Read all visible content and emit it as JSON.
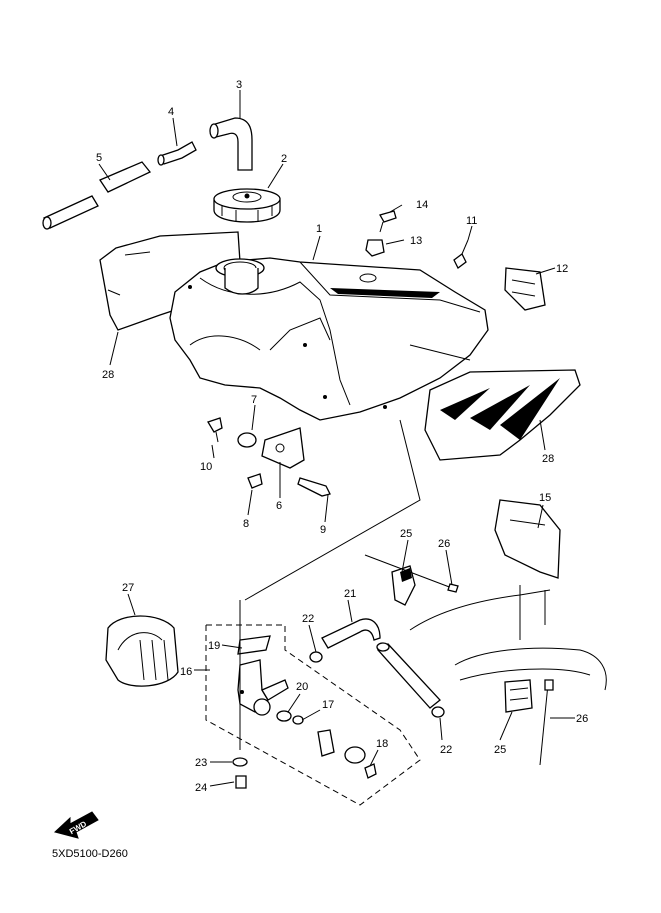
{
  "diagram": {
    "part_code": "5XD5100-D260",
    "fwd_label": "FWD",
    "callouts": [
      {
        "id": "c1",
        "label": "1"
      },
      {
        "id": "c2",
        "label": "2"
      },
      {
        "id": "c3",
        "label": "3"
      },
      {
        "id": "c4",
        "label": "4"
      },
      {
        "id": "c5",
        "label": "5"
      },
      {
        "id": "c6",
        "label": "6"
      },
      {
        "id": "c7",
        "label": "7"
      },
      {
        "id": "c8",
        "label": "8"
      },
      {
        "id": "c9",
        "label": "9"
      },
      {
        "id": "c10",
        "label": "10"
      },
      {
        "id": "c11",
        "label": "11"
      },
      {
        "id": "c12",
        "label": "12"
      },
      {
        "id": "c13",
        "label": "13"
      },
      {
        "id": "c14",
        "label": "14"
      },
      {
        "id": "c15",
        "label": "15"
      },
      {
        "id": "c16",
        "label": "16"
      },
      {
        "id": "c17",
        "label": "17"
      },
      {
        "id": "c18",
        "label": "18"
      },
      {
        "id": "c19",
        "label": "19"
      },
      {
        "id": "c20",
        "label": "20"
      },
      {
        "id": "c21",
        "label": "21"
      },
      {
        "id": "c22a",
        "label": "22"
      },
      {
        "id": "c22b",
        "label": "22"
      },
      {
        "id": "c23",
        "label": "23"
      },
      {
        "id": "c24",
        "label": "24"
      },
      {
        "id": "c25a",
        "label": "25"
      },
      {
        "id": "c25b",
        "label": "25"
      },
      {
        "id": "c26a",
        "label": "26"
      },
      {
        "id": "c26b",
        "label": "26"
      },
      {
        "id": "c27",
        "label": "27"
      },
      {
        "id": "c28a",
        "label": "28"
      },
      {
        "id": "c28b",
        "label": "28"
      }
    ]
  }
}
